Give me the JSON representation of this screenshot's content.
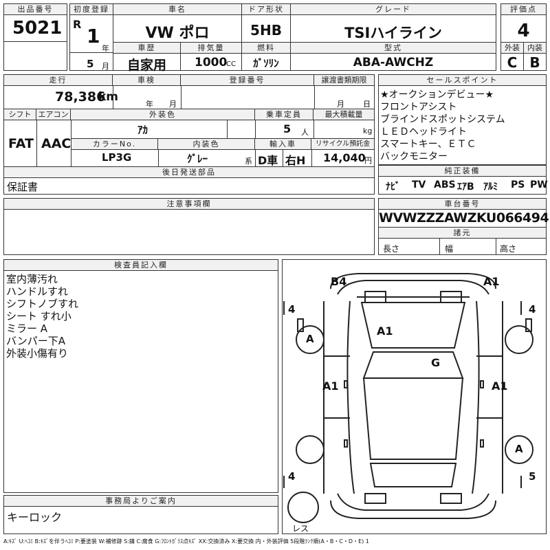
{
  "header": {
    "lot_label": "出品番号",
    "lot_number": "5021",
    "reg_label": "初度登録",
    "era": "R",
    "year": "1",
    "year_unit": "年",
    "month": "5",
    "month_unit": "月",
    "name_label": "車名",
    "name": "VW ポロ",
    "door_label": "ドア形状",
    "door": "5HB",
    "grade_label": "グレード",
    "grade": "TSIハイライン",
    "score_label": "評価点",
    "score": "4",
    "history_label": "車歴",
    "history": "自家用",
    "disp_label": "排気量",
    "displacement": "1000",
    "disp_unit": "CC",
    "fuel_label": "燃料",
    "fuel": "ｶﾞｿﾘﾝ",
    "model_label": "型式",
    "model": "ABA-AWCHZ",
    "ext_label": "外装",
    "ext_grade": "C",
    "int_label": "内装",
    "int_grade": "B"
  },
  "row2": {
    "mileage_label": "走行",
    "mileage": "78,386",
    "km_unit": "km",
    "inspection_label": "車検",
    "insp_year_unit": "年",
    "insp_month_unit": "月",
    "plate_label": "登録番号",
    "transfer_label": "譲渡書類期限",
    "tr_month_unit": "月",
    "tr_day_unit": "日",
    "shift_label": "シフト",
    "aircon_label": "エアコン",
    "shift": "FAT",
    "aircon": "AAC",
    "color_label": "外装色",
    "color": "ｱｶ",
    "seats_label": "乗車定員",
    "seats": "5",
    "seats_unit": "人",
    "load_label": "最大積載量",
    "load_unit": "kg",
    "color_no_label": "カラーNo.",
    "color_no": "LP3G",
    "interior_label": "内装色",
    "interior": "ｸﾞﾚｰ",
    "interior_unit": "系",
    "import_label": "輸入車",
    "import1": "D車",
    "import2": "右H",
    "recycle_label": "リサイクル預託金",
    "recycle": "14,040",
    "recycle_unit": "円",
    "later_label": "後日発送部品",
    "later": "保証書"
  },
  "sales": {
    "label": "セールスポイント",
    "items": [
      "★オークションデビュー★",
      "フロントアシスト",
      "ブラインドスポットシステム",
      "ＬＥＤヘッドライト",
      "スマートキー、ＥＴＣ",
      "バックモニター"
    ]
  },
  "equip": {
    "label": "純正装備",
    "items": [
      "ﾅﾋﾞ",
      "TV",
      "ABS",
      "ｴｱB",
      "ｱﾙﾐ",
      "PS",
      "PW"
    ]
  },
  "notes": {
    "label": "注意事項欄"
  },
  "chassis": {
    "label": "車台番号",
    "number": "WVWZZZAWZKU066494",
    "spec_label": "諸元",
    "length_label": "長さ",
    "width_label": "幅",
    "height_label": "高さ"
  },
  "inspector": {
    "label": "検査員記入欄",
    "lines": [
      "室内薄汚れ",
      "ハンドルすれ",
      "シフトノブすれ",
      "シート すれ小",
      "ミラー A",
      "バンパー下A",
      "外装小傷有り"
    ]
  },
  "diagram": {
    "b4": "B4",
    "a1_tr": "A1",
    "a1_hood": "A1",
    "g_glass": "G",
    "a1_left": "A1",
    "a1_right": "A1",
    "tire_fl_mark": "A",
    "tire_rr_mark": "A",
    "tread_fl": "4",
    "tread_fr": "4",
    "tread_rl": "4",
    "tread_rr": "5",
    "spare": "レス"
  },
  "office": {
    "label": "事務局よりご案内",
    "text": "キーロック"
  },
  "legend": "A:ｷｽﾞ U:ﾍｺﾐ B:ｷｽﾞを伴うﾍｺﾐ P:要塗装 W:補修跡 S:錆 C:腐食 G:ﾌﾛﾝﾄｶﾞﾗｽ点ｷｽﾞ XX:交換済み X:要交換 内・外装評価 5段階ﾗﾝｸ順(A・B・C・D・E) 1"
}
